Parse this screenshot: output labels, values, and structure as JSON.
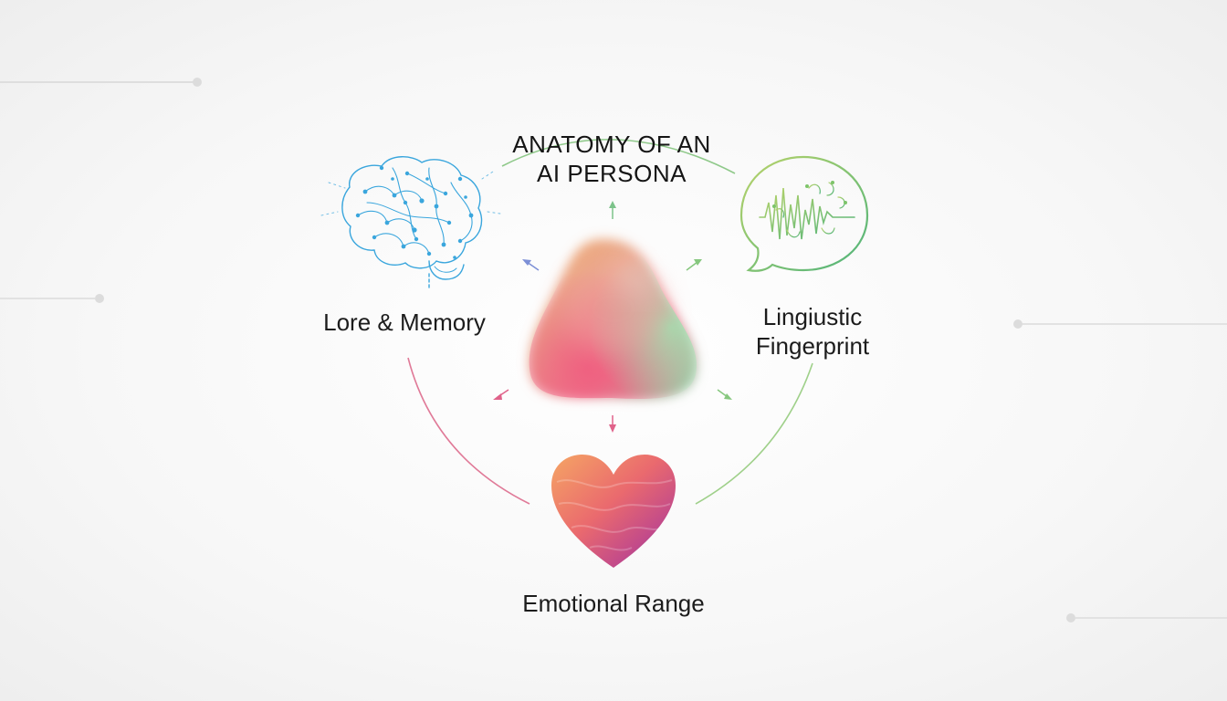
{
  "diagram": {
    "title_line1": "ANATOMY OF AN",
    "title_line2": "AI PERSONA",
    "nodes": {
      "lore": {
        "label": "Lore & Memory",
        "icon": "brain-icon"
      },
      "linguistic": {
        "label_line1": "Lingiustic",
        "label_line2": "Fingerprint",
        "icon": "speech-bubble-waveform-icon"
      },
      "emotional": {
        "label": "Emotional Range",
        "icon": "heart-icon"
      }
    },
    "center": {
      "icon": "persona-blob-icon"
    },
    "colors": {
      "blue": "#3aa6dd",
      "green": "#7dc46a",
      "pink": "#e0547a",
      "orange": "#f3a06b",
      "purple": "#6a4fa8"
    }
  }
}
